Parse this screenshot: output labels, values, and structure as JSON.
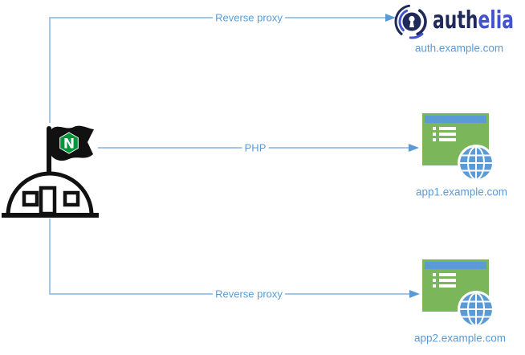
{
  "diagram": {
    "description": "NGINX reverse proxy routing diagram",
    "colors": {
      "connector_line": "#a6c5e8",
      "arrowhead": "#5b9bd5",
      "label_blue": "#5b9bd5",
      "app_green": "#7bb75a",
      "app_titlebar_blue": "#5b9bd5",
      "globe_blue": "#5b9bd5",
      "nginx_green": "#009639",
      "icon_black": "#111111",
      "authelia_navy": "#202a5a",
      "authelia_indigo": "#4353cd"
    },
    "connections": [
      {
        "id": "nginx-to-authelia",
        "label": "Reverse proxy"
      },
      {
        "id": "nginx-to-app1",
        "label": "PHP"
      },
      {
        "id": "nginx-to-app2",
        "label": "Reverse proxy"
      }
    ],
    "nodes": {
      "nginx": {
        "name": "nginx-reverse-proxy",
        "flag_letter": "N"
      },
      "authelia": {
        "wordmark_auth": "auth",
        "wordmark_elia": "elia",
        "domain": "auth.example.com"
      },
      "app1": {
        "domain": "app1.example.com"
      },
      "app2": {
        "domain": "app2.example.com"
      }
    }
  }
}
